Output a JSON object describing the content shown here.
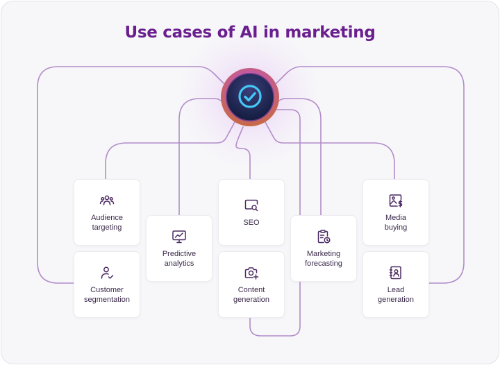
{
  "title": "Use cases of AI in marketing",
  "colors": {
    "title": "#6a1f8f",
    "connector": "#b28cc9",
    "icon": "#4a2a62",
    "hub_ring": "#c86a3e",
    "hub_core": "#1b2a55",
    "check": "#45c8f5"
  },
  "hub": {
    "icon": "check-circle-icon"
  },
  "cards": [
    {
      "id": "audience-targeting",
      "label": "Audience\ntargeting",
      "icon": "people-icon"
    },
    {
      "id": "customer-segmentation",
      "label": "Customer\nsegmentation",
      "icon": "user-check-icon"
    },
    {
      "id": "predictive-analytics",
      "label": "Predictive\nanalytics",
      "icon": "monitor-chart-icon"
    },
    {
      "id": "seo",
      "label": "SEO",
      "icon": "search-screen-icon"
    },
    {
      "id": "content-generation",
      "label": "Content\ngeneration",
      "icon": "camera-plus-icon"
    },
    {
      "id": "marketing-forecasting",
      "label": "Marketing\nforecasting",
      "icon": "clipboard-clock-icon"
    },
    {
      "id": "media-buying",
      "label": "Media\nbuying",
      "icon": "image-dollar-icon"
    },
    {
      "id": "lead-generation",
      "label": "Lead\ngeneration",
      "icon": "contact-book-icon"
    }
  ]
}
